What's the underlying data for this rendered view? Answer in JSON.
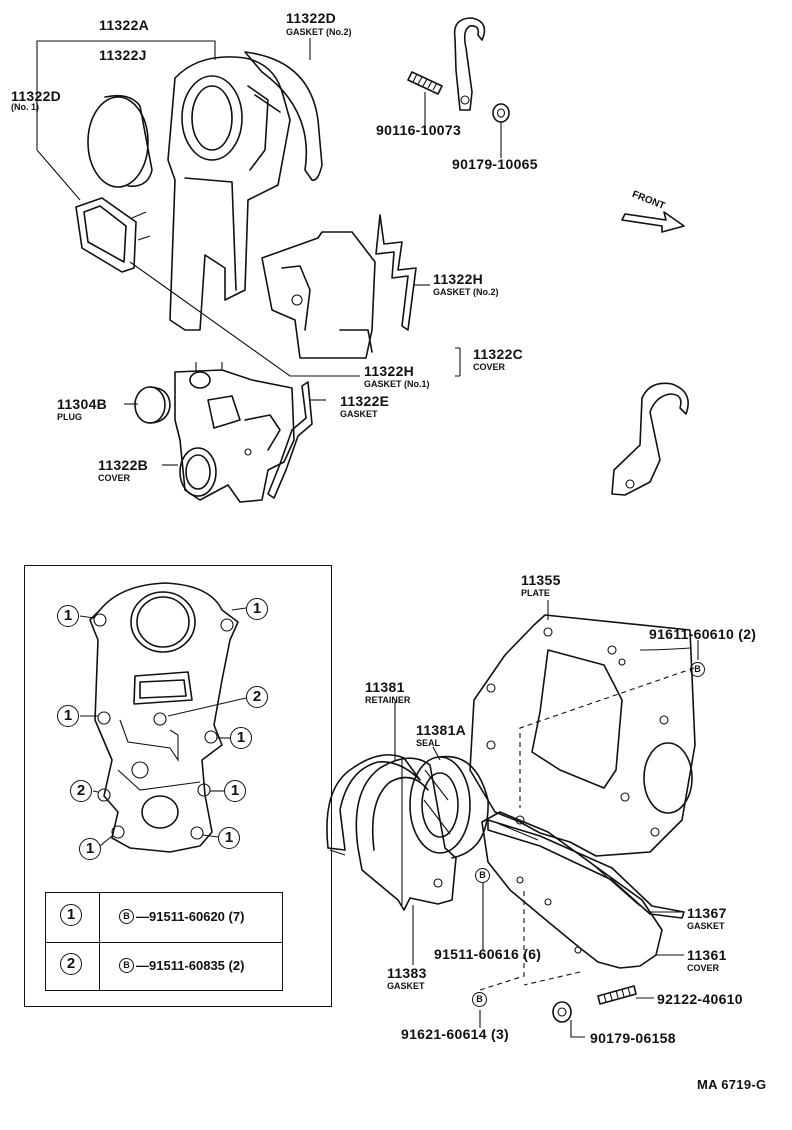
{
  "diagram": {
    "footer_code": "MA 6719-G",
    "labels": {
      "p11322A": "11322A",
      "p11322J": "11322J",
      "p11322D_left": "11322D",
      "p11322D_left_sub": "(No. 1)",
      "p11322D_top": "11322D",
      "p11322D_top_sub": "GASKET (No.2)",
      "p90116": "90116-10073",
      "p90179_10065": "90179-10065",
      "front": "FRONT",
      "p11322H_no2": "11322H",
      "p11322H_no2_sub": "GASKET (No.2)",
      "p11322C": "11322C",
      "p11322C_sub": "COVER",
      "p11322H_no1": "11322H",
      "p11322H_no1_sub": "GASKET (No.1)",
      "p11304B": "11304B",
      "p11304B_sub": "PLUG",
      "p11322E": "11322E",
      "p11322E_sub": "GASKET",
      "p11322B": "11322B",
      "p11322B_sub": "COVER",
      "p11355": "11355",
      "p11355_sub": "PLATE",
      "p91611": "91611-60610 (2)",
      "p11381": "11381",
      "p11381_sub": "RETAINER",
      "p11381A": "11381A",
      "p11381A_sub": "SEAL",
      "p11367": "11367",
      "p11367_sub": "GASKET",
      "p91511_60616": "91511-60616 (6)",
      "p11361": "11361",
      "p11361_sub": "COVER",
      "p11383": "11383",
      "p11383_sub": "GASKET",
      "p92122": "92122-40610",
      "p91621": "91621-60614 (3)",
      "p90179_06158": "90179-06158",
      "bolt_mark": "B"
    },
    "inset": {
      "callouts": [
        "1",
        "1",
        "2",
        "1",
        "1",
        "2",
        "1",
        "1",
        "1"
      ],
      "legend": [
        {
          "num": "1",
          "mark": "B",
          "text": "—91511-60620 (7)"
        },
        {
          "num": "2",
          "mark": "B",
          "text": "—91511-60835 (2)"
        }
      ]
    }
  }
}
